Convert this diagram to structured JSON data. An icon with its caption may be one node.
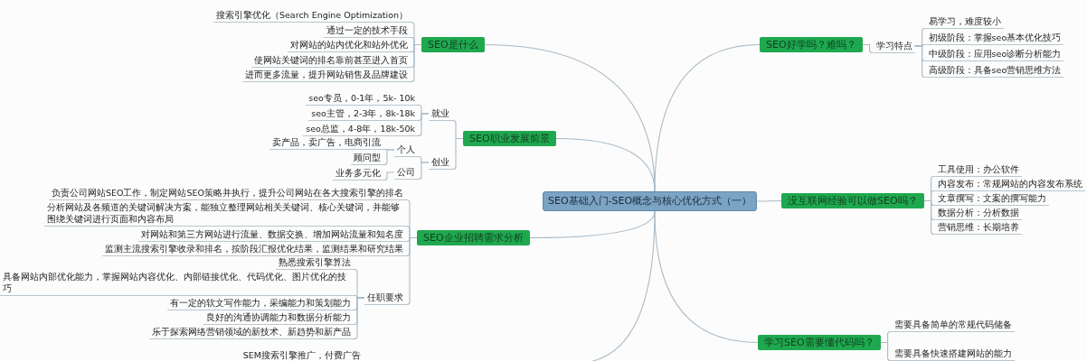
{
  "diagram": {
    "nodes": [
      {
        "text": [
          "SEO基础入门-SEO概念与核心优化方式（一）"
        ]
      },
      {
        "text": [
          "SEO是什么"
        ]
      },
      {
        "text": [
          "搜索引擎优化（Search Engine Optimization）"
        ]
      },
      {
        "text": [
          "通过一定的技术手段"
        ]
      },
      {
        "text": [
          "对网站的站内优化和站外优化"
        ]
      },
      {
        "text": [
          "使网站关键词的排名靠前甚至进入首页"
        ]
      },
      {
        "text": [
          "进而更多流量，提升网站销售及品牌建设"
        ]
      },
      {
        "text": [
          "SEO职业发展前景"
        ]
      },
      {
        "text": [
          "就业"
        ]
      },
      {
        "text": [
          "seo专员，0-1年，5k- 10k"
        ]
      },
      {
        "text": [
          "seo主管，2-3年，8k-18k"
        ]
      },
      {
        "text": [
          "seo总监，4-8年，18k-50k"
        ]
      },
      {
        "text": [
          "创业"
        ]
      },
      {
        "text": [
          "个人"
        ]
      },
      {
        "text": [
          "卖产品，卖广告，电商引流"
        ]
      },
      {
        "text": [
          "顾问型"
        ]
      },
      {
        "text": [
          "公司"
        ]
      },
      {
        "text": [
          "业务多元化"
        ]
      },
      {
        "text": [
          "SEO企业招聘需求分析"
        ]
      },
      {
        "text": [
          "负责公司网站SEO工作，制定网站SEO策略并执行，提升公司网站在各大搜索引擎的排名"
        ]
      },
      {
        "text": [
          "分析网站及各频道的关键词解决方案，能独立整理网站相关关键词、核心关键词，并能够围绕关键词进行页面和内容布局"
        ]
      },
      {
        "text": [
          "对网站和第三方网站进行流量、数据交换、增加网站流量和知名度"
        ]
      },
      {
        "text": [
          "监测主流搜索引擎收录和排名，按阶段汇报优化结果，监测结果和研究结果"
        ]
      },
      {
        "text": [
          "任职要求"
        ]
      },
      {
        "text": [
          "熟悉搜索引擎算法"
        ]
      },
      {
        "text": [
          "具备网站内部优化能力，掌握网站内容优化、内部链接优化、代码优化、图片优化的技巧"
        ]
      },
      {
        "text": [
          "有一定的软文写作能力，采编能力和策划能力"
        ]
      },
      {
        "text": [
          "良好的沟通协调能力和数据分析能力"
        ]
      },
      {
        "text": [
          "乐于探索网络营销领域的新技术、新趋势和新产品"
        ]
      },
      {
        "text": [
          "SEM搜索引擎推广，付费广告"
        ]
      },
      {
        "text": [
          "SEO好学吗？难吗？"
        ]
      },
      {
        "text": [
          "学习特点"
        ]
      },
      {
        "text": [
          "易学习，难度较小"
        ]
      },
      {
        "text": [
          "初级阶段：掌握seo基本优化技巧"
        ]
      },
      {
        "text": [
          "中级阶段：应用seo诊断分析能力"
        ]
      },
      {
        "text": [
          "高级阶段：具备seo营销思维方法"
        ]
      },
      {
        "text": [
          "没互联网经验可以做SEO吗？"
        ]
      },
      {
        "text": [
          "工具使用：办公软件"
        ]
      },
      {
        "text": [
          "内容发布：常规网站的内容发布系统"
        ]
      },
      {
        "text": [
          "文章撰写：文案的撰写能力"
        ]
      },
      {
        "text": [
          "数据分析：分析数据"
        ]
      },
      {
        "text": [
          "营销思维：长期培养"
        ]
      },
      {
        "text": [
          "学习SEO需要懂代码吗？"
        ]
      },
      {
        "text": [
          "需要具备简单的常规代码储备"
        ]
      },
      {
        "text": [
          "需要具备快速搭建网站的能力"
        ]
      }
    ],
    "edges": [
      {
        "from": 0,
        "to": 1,
        "arrow": "none"
      },
      {
        "from": 0,
        "to": 7,
        "arrow": "none"
      },
      {
        "from": 0,
        "to": 18,
        "arrow": "none"
      },
      {
        "from": 0,
        "to": null,
        "arrow": "none"
      },
      {
        "from": 0,
        "to": 30,
        "arrow": "none"
      },
      {
        "from": 0,
        "to": 36,
        "arrow": "none"
      },
      {
        "from": 0,
        "to": 42,
        "arrow": "none"
      },
      {
        "from": 1,
        "to": 2,
        "arrow": "none"
      },
      {
        "from": 1,
        "to": 3,
        "arrow": "none"
      },
      {
        "from": 1,
        "to": 4,
        "arrow": "none"
      },
      {
        "from": 1,
        "to": 5,
        "arrow": "none"
      },
      {
        "from": 1,
        "to": 6,
        "arrow": "none"
      },
      {
        "from": 7,
        "to": 8,
        "arrow": "none"
      },
      {
        "from": 7,
        "to": 12,
        "arrow": "none"
      },
      {
        "from": 8,
        "to": 9,
        "arrow": "none"
      },
      {
        "from": 8,
        "to": 10,
        "arrow": "none"
      },
      {
        "from": 8,
        "to": 11,
        "arrow": "none"
      },
      {
        "from": 12,
        "to": 13,
        "arrow": "none"
      },
      {
        "from": 12,
        "to": 16,
        "arrow": "none"
      },
      {
        "from": 13,
        "to": 14,
        "arrow": "none"
      },
      {
        "from": 13,
        "to": 15,
        "arrow": "none"
      },
      {
        "from": 16,
        "to": 17,
        "arrow": "none"
      },
      {
        "from": 18,
        "to": 19,
        "arrow": "none"
      },
      {
        "from": 18,
        "to": 20,
        "arrow": "none"
      },
      {
        "from": 18,
        "to": 21,
        "arrow": "none"
      },
      {
        "from": 18,
        "to": 22,
        "arrow": "none"
      },
      {
        "from": 18,
        "to": 23,
        "arrow": "none"
      },
      {
        "from": 23,
        "to": 24,
        "arrow": "none"
      },
      {
        "from": 23,
        "to": 25,
        "arrow": "none"
      },
      {
        "from": 23,
        "to": 26,
        "arrow": "none"
      },
      {
        "from": 23,
        "to": 27,
        "arrow": "none"
      },
      {
        "from": 23,
        "to": 28,
        "arrow": "none"
      },
      {
        "from": 30,
        "to": 31,
        "arrow": "none"
      },
      {
        "from": 31,
        "to": 32,
        "arrow": "none"
      },
      {
        "from": 31,
        "to": 33,
        "arrow": "none"
      },
      {
        "from": 31,
        "to": 34,
        "arrow": "none"
      },
      {
        "from": 31,
        "to": 35,
        "arrow": "none"
      },
      {
        "from": 36,
        "to": 37,
        "arrow": "none"
      },
      {
        "from": 36,
        "to": 38,
        "arrow": "none"
      },
      {
        "from": 36,
        "to": 39,
        "arrow": "none"
      },
      {
        "from": 36,
        "to": 40,
        "arrow": "none"
      },
      {
        "from": 36,
        "to": 41,
        "arrow": "none"
      },
      {
        "from": 42,
        "to": 43,
        "arrow": "none"
      },
      {
        "from": 42,
        "to": 44,
        "arrow": "none"
      }
    ]
  }
}
